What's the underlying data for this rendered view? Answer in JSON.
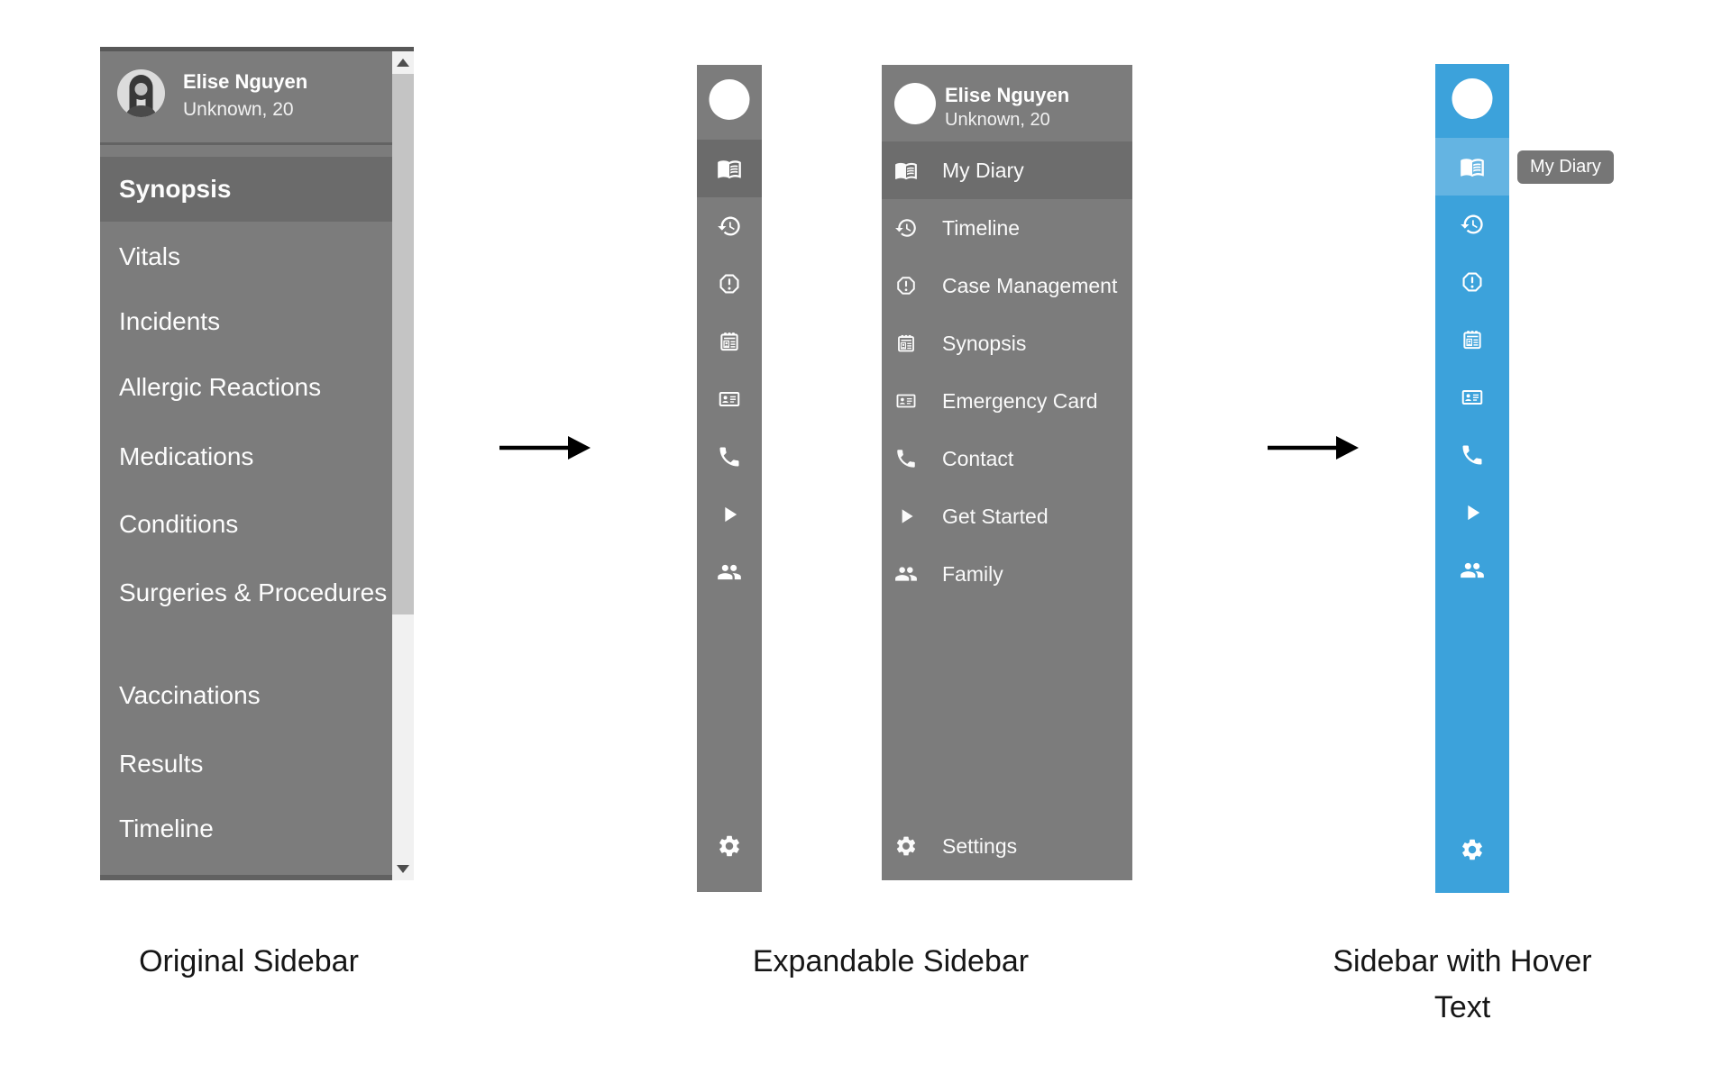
{
  "colors": {
    "sidebar_gray": "#7c7c7c",
    "sidebar_selected_gray": "#6b6b6b",
    "divider_gray": "#636363",
    "blue": "#3ca2db",
    "blue_selected": "#64b4e2",
    "tooltip_bg": "#767676",
    "text_light": "#ffffff",
    "caption_text": "#161616",
    "scroll_track": "#f1f1f1",
    "scroll_thumb": "#c4c4c4"
  },
  "profile": {
    "name": "Elise Nguyen",
    "subtitle": "Unknown, 20"
  },
  "original_sidebar": {
    "caption": "Original Sidebar",
    "items": [
      {
        "label": "Synopsis",
        "selected": true
      },
      {
        "label": "Vitals",
        "selected": false
      },
      {
        "label": "Incidents",
        "selected": false
      },
      {
        "label": "Allergic Reactions",
        "selected": false
      },
      {
        "label": "Medications",
        "selected": false
      },
      {
        "label": "Conditions",
        "selected": false
      },
      {
        "label": "Surgeries & Procedures",
        "selected": false
      },
      {
        "label": "Vaccinations",
        "selected": false
      },
      {
        "label": "Results",
        "selected": false
      },
      {
        "label": "Timeline",
        "selected": false
      }
    ]
  },
  "expandable_sidebar": {
    "caption": "Expandable Sidebar",
    "items": [
      {
        "icon": "open-book-icon",
        "label": "My Diary",
        "selected": true
      },
      {
        "icon": "history-clock-icon",
        "label": "Timeline",
        "selected": false
      },
      {
        "icon": "alert-octagon-icon",
        "label": "Case Management",
        "selected": false
      },
      {
        "icon": "notepad-icon",
        "label": "Synopsis",
        "selected": false
      },
      {
        "icon": "id-card-icon",
        "label": "Emergency Card",
        "selected": false
      },
      {
        "icon": "phone-icon",
        "label": "Contact",
        "selected": false
      },
      {
        "icon": "play-icon",
        "label": "Get Started",
        "selected": false
      },
      {
        "icon": "people-icon",
        "label": "Family",
        "selected": false
      }
    ],
    "settings_label": "Settings",
    "settings_icon": "gear-icon"
  },
  "hover_sidebar": {
    "caption": "Sidebar with Hover Text",
    "tooltip": "My Diary"
  }
}
